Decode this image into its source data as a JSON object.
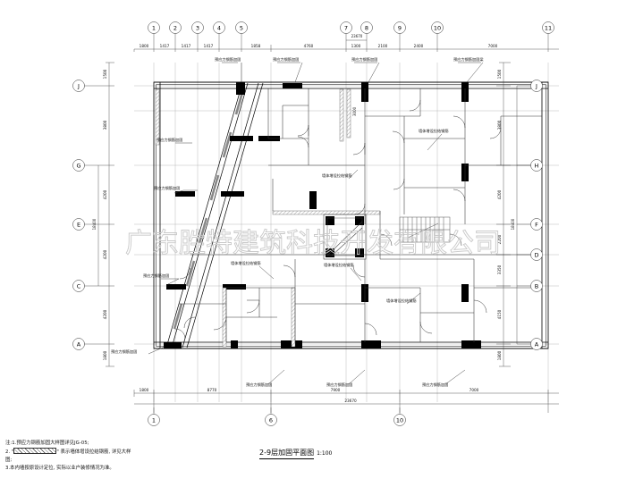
{
  "drawing": {
    "title": "2-9层加固平面图",
    "scale": "1:100",
    "watermark": "广东胜特建筑科技开发有限公司"
  },
  "notes": {
    "prefix": "注:",
    "line1": "1.预应力钢筋加固大样图详见JG-05;",
    "line2_pre": "2. \"",
    "line2_post": "\" 表示墙体增设拉结钢筋, 详见大样",
    "line3": "图;",
    "line4": "3.本内墙按原设计定位, 实际以业户装修情况为准。"
  },
  "grid": {
    "top_labels": [
      "1",
      "2",
      "3",
      "4",
      "5",
      "7",
      "8",
      "9",
      "10",
      "11"
    ],
    "top_dims": [
      "1800",
      "1417",
      "1417",
      "1417",
      "1858",
      "4760",
      "1300",
      "2100",
      "2400",
      "7000"
    ],
    "top_total": "23670",
    "bottom_labels": [
      "1",
      "6",
      "10"
    ],
    "bottom_dims": [
      "1800",
      "8770",
      "7900",
      "7000"
    ],
    "bottom_total": "23670",
    "left_labels": [
      "J",
      "G",
      "E",
      "C",
      "A"
    ],
    "left_dims": [
      "1500",
      "3800",
      "4200",
      "4200",
      "4200",
      "1800"
    ],
    "left_total": "18400",
    "right_labels": [
      "J",
      "H",
      "F",
      "D",
      "B",
      "A"
    ],
    "right_dims": [
      "1500",
      "3800",
      "4200",
      "2200",
      "3350",
      "4150",
      "1800"
    ],
    "right_total": "18400"
  },
  "annotations": {
    "a1": "预应力钢筋加固",
    "a2": "预应力钢筋加固",
    "a3": "预应力钢筋加固",
    "a4": "预应力钢筋加固梁",
    "a5": "预应力钢筋加固",
    "a6": "预应力钢筋加固",
    "a7": "预应力钢筋加固",
    "a8": "预应力钢筋加固",
    "a9": "预应力钢筋加固",
    "a10": "预应力钢筋加固",
    "a11": "预应力钢筋加固",
    "a12": "墙体增设拉结钢筋",
    "a13": "墙体增设拉结钢筋",
    "a14": "墙体增设拉结钢筋",
    "a15": "墙体增设拉结钢筋",
    "a16": "墙体增设拉结钢筋",
    "inner_dim": "3000"
  },
  "colors": {
    "line": "#000000",
    "thin": "#7a7a7a",
    "grid": "#9a9a9a",
    "solid_fill": "#000000",
    "watermark": "#c9c9c9"
  }
}
